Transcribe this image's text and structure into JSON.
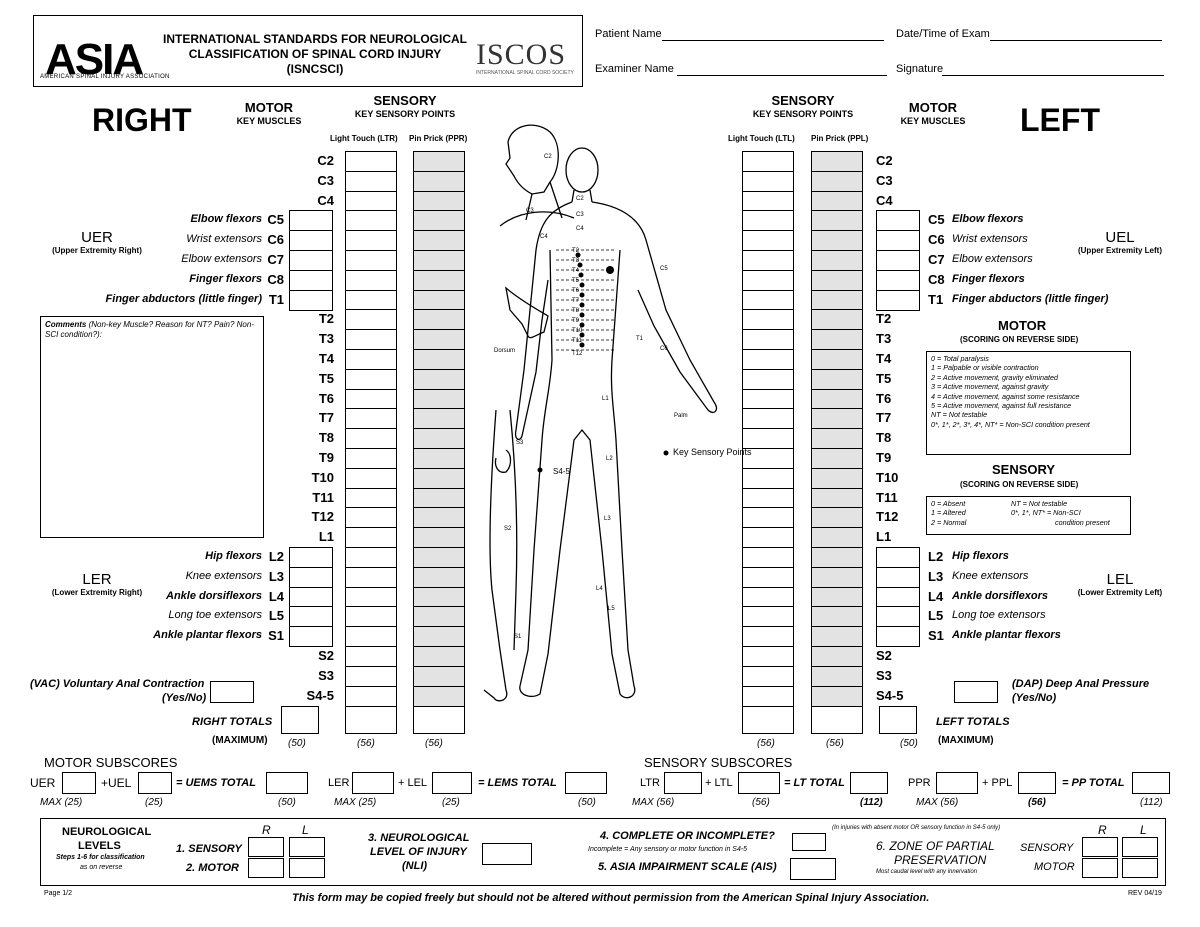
{
  "header": {
    "logo_text": "ASIA",
    "logo_sub": "AMERICAN SPINAL INJURY ASSOCIATION",
    "title_line1": "INTERNATIONAL STANDARDS FOR NEUROLOGICAL",
    "title_line2": "CLASSIFICATION OF SPINAL CORD INJURY",
    "title_line3": "(ISNCSCI)",
    "iscos_logo": "ISCOS",
    "iscos_sub": "INTERNATIONAL SPINAL CORD SOCIETY",
    "patient_name_label": "Patient Name",
    "date_label": "Date/Time of Exam",
    "examiner_label": "Examiner Name",
    "signature_label": "Signature"
  },
  "right": {
    "title": "RIGHT",
    "motor_title": "MOTOR",
    "motor_sub": "KEY MUSCLES",
    "sensory_title": "SENSORY",
    "sensory_sub": "KEY SENSORY POINTS",
    "lt_label": "Light Touch (LTR)",
    "pp_label": "Pin Prick (PPR)",
    "ue_abbr": "UER",
    "ue_full": "(Upper Extremity Right)",
    "le_abbr": "LER",
    "le_full": "(Lower Extremity Right)"
  },
  "left": {
    "title": "LEFT",
    "motor_title": "MOTOR",
    "motor_sub": "KEY MUSCLES",
    "sensory_title": "SENSORY",
    "sensory_sub": "KEY SENSORY POINTS",
    "lt_label": "Light Touch (LTL)",
    "pp_label": "Pin Prick (PPL)",
    "ue_abbr": "UEL",
    "ue_full": "(Upper Extremity Left)",
    "le_abbr": "LEL",
    "le_full": "(Lower Extremity Left)"
  },
  "levels": [
    "C2",
    "C3",
    "C4",
    "C5",
    "C6",
    "C7",
    "C8",
    "T1",
    "T2",
    "T3",
    "T4",
    "T5",
    "T6",
    "T7",
    "T8",
    "T9",
    "T10",
    "T11",
    "T12",
    "L1",
    "L2",
    "L3",
    "L4",
    "L5",
    "S1",
    "S2",
    "S3",
    "S4-5"
  ],
  "muscles": {
    "C5": {
      "name": "Elbow flexors",
      "bold": true
    },
    "C6": {
      "name": "Wrist extensors",
      "bold": false
    },
    "C7": {
      "name": "Elbow extensors",
      "bold": false
    },
    "C8": {
      "name": "Finger flexors",
      "bold": true
    },
    "T1": {
      "name": "Finger abductors (little finger)",
      "bold": true
    },
    "L2": {
      "name": "Hip flexors",
      "bold": true
    },
    "L3": {
      "name": "Knee extensors",
      "bold": false
    },
    "L4": {
      "name": "Ankle dorsiflexors",
      "bold": true
    },
    "L5": {
      "name": "Long toe extensors",
      "bold": false
    },
    "S1": {
      "name": "Ankle plantar flexors",
      "bold": true
    }
  },
  "comments": {
    "label": "Comments",
    "text": "(Non-key Muscle? Reason for NT? Pain? Non-SCI condition?):"
  },
  "vac": {
    "line1": "(VAC) Voluntary Anal Contraction",
    "line2": "(Yes/No)"
  },
  "dap": {
    "line1": "(DAP) Deep Anal Pressure",
    "line2": "(Yes/No)"
  },
  "totals": {
    "right_label": "RIGHT TOTALS",
    "right_max": "(MAXIMUM)",
    "left_label": "LEFT TOTALS",
    "left_max": "(MAXIMUM)",
    "motor_max": "(50)",
    "sensory_max": "(56)"
  },
  "motor_scoring": {
    "title": "MOTOR",
    "sub": "(SCORING ON REVERSE SIDE)",
    "lines": [
      "0 = Total paralysis",
      "1 = Palpable or visible contraction",
      "2 = Active movement, gravity eliminated",
      "3 = Active movement, against gravity",
      "4 = Active movement, against some resistance",
      "5 = Active movement, against full resistance",
      "NT = Not testable",
      "0*, 1*, 2*, 3*, 4*, NT* = Non-SCI condition present"
    ]
  },
  "sensory_scoring": {
    "title": "SENSORY",
    "sub": "(SCORING ON REVERSE SIDE)",
    "l1a": "0 = Absent",
    "l1b": "NT = Not testable",
    "l2a": "1 = Altered",
    "l2b": "0*, 1*, NT* = Non-SCI",
    "l3a": "2 = Normal",
    "l3b": "condition present"
  },
  "body_labels": {
    "key_points": "Key Sensory Points",
    "dorsum": "Dorsum",
    "palm": "Palm",
    "s45": "S4-5",
    "derm": [
      "C2",
      "C3",
      "C4",
      "C2",
      "C3",
      "C4",
      "T2",
      "T3",
      "T4",
      "T5",
      "T6",
      "T7",
      "T8",
      "T9",
      "T10",
      "T11",
      "T12",
      "C5",
      "C6",
      "T1",
      "L1",
      "L2",
      "L3",
      "L4",
      "L5",
      "S1",
      "S2",
      "S3"
    ]
  },
  "subscores": {
    "motor_title": "MOTOR SUBSCORES",
    "uer": "UER",
    "uel": "+UEL",
    "uems": "= UEMS TOTAL",
    "ler": "LER",
    "lel": "+ LEL",
    "lems": "= LEMS TOTAL",
    "max_label": "MAX (25)",
    "max25": "(25)",
    "max50a": "(50)",
    "max50b": "(50)",
    "max_ler": "MAX (25)",
    "max_lel": "(25)",
    "sensory_title": "SENSORY SUBSCORES",
    "ltr": "LTR",
    "ltl": "+ LTL",
    "lt_total": "= LT TOTAL",
    "ppr": "PPR",
    "ppl": "+ PPL",
    "pp_total": "= PP TOTAL",
    "max56a": "MAX (56)",
    "max56b": "(56)",
    "max112a": "(112)",
    "max56c": "MAX (56)",
    "max56d": "(56)",
    "max112b": "(112)"
  },
  "bottom": {
    "neuro_levels": "NEUROLOGICAL",
    "levels": "LEVELS",
    "steps": "Steps 1-6 for classification",
    "as_on_reverse": "as on reverse",
    "r": "R",
    "l": "L",
    "sensory": "1. SENSORY",
    "motor": "2. MOTOR",
    "nli1": "3. NEUROLOGICAL",
    "nli2": "LEVEL OF INJURY",
    "nli3": "(NLI)",
    "complete": "4. COMPLETE OR INCOMPLETE?",
    "incomplete_note": "Incomplete = Any sensory or motor function in S4-5",
    "ais": "5. ASIA IMPAIRMENT SCALE (AIS)",
    "zpp_note": "(In injuries with absent motor OR sensory function in S4-5 only)",
    "zpp1": "6. ZONE OF PARTIAL",
    "zpp2": "PRESERVATION",
    "zpp_sub": "Most caudal level with any innervation",
    "zpp_sensory": "SENSORY",
    "zpp_motor": "MOTOR",
    "zpp_r": "R",
    "zpp_l": "L"
  },
  "footer": {
    "page": "Page 1/2",
    "copy": "This form may be copied freely but should not be altered without permission from the American Spinal Injury Association.",
    "rev": "REV 04/19"
  }
}
